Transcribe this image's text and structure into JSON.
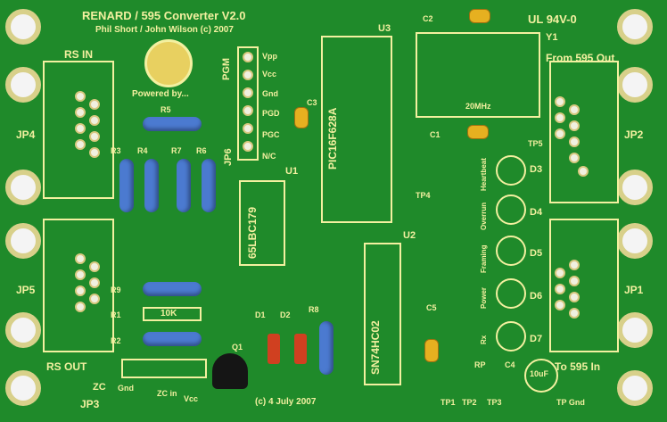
{
  "board": {
    "title": "RENARD / 595 Converter   V2.0",
    "authors": "Phil Short / John Wilson (c) 2007",
    "powered_by": "Powered by...",
    "ul_mark": "UL 94V-0",
    "date": "(c) 4 July 2007",
    "crystal_freq": "20MHz"
  },
  "labels": {
    "rs_in": "RS IN",
    "rs_out": "RS OUT",
    "from_595": "From 595 Out",
    "to_595": "To 595 In",
    "jp4": "JP4",
    "jp5": "JP5",
    "jp2": "JP2",
    "jp1": "JP1",
    "jp3": "JP3",
    "jp6": "JP6",
    "pgm": "PGM",
    "zc": "ZC",
    "zc_gnd": "Gnd",
    "zc_in": "ZC in",
    "zc_vcc": "Vcc",
    "u1": "U1",
    "u2": "U2",
    "u3": "U3",
    "y1": "Y1",
    "c1": "C1",
    "c2": "C2",
    "c3": "C3",
    "c4": "C4",
    "c5": "C5",
    "q1": "Q1",
    "r1": "R1",
    "r2": "R2",
    "r3": "R3",
    "r4": "R4",
    "r5": "R5",
    "r6": "R6",
    "r7": "R7",
    "r8": "R8",
    "r9": "R9",
    "d1": "D1",
    "d2": "D2",
    "d3": "D3",
    "d4": "D4",
    "d5": "D5",
    "d6": "D6",
    "d7": "D7",
    "r1_value": "10K",
    "u1_part": "65LBC179",
    "u2_part": "SN74HC02",
    "u3_part": "PIC16F628A",
    "c4_value": "10uF",
    "heartbeat": "Heartbeat",
    "overrun": "Overrun",
    "framing": "Framing",
    "power": "Power",
    "rx": "Rx",
    "rp": "RP",
    "tp1": "TP1",
    "tp2": "TP2",
    "tp3": "TP3",
    "tp4": "TP4",
    "tp5": "TP5",
    "tp_gnd": "TP Gnd"
  },
  "pgm_pins": [
    "Vpp",
    "Vcc",
    "Gnd",
    "PGD",
    "PGC",
    "N/C"
  ],
  "colors": {
    "board": "#1f8a2a",
    "silkscreen": "#f3f0a0",
    "pad": "#f0f0e0",
    "resistor_body": "#4b7ad0",
    "capacitor": "#e6b020"
  }
}
